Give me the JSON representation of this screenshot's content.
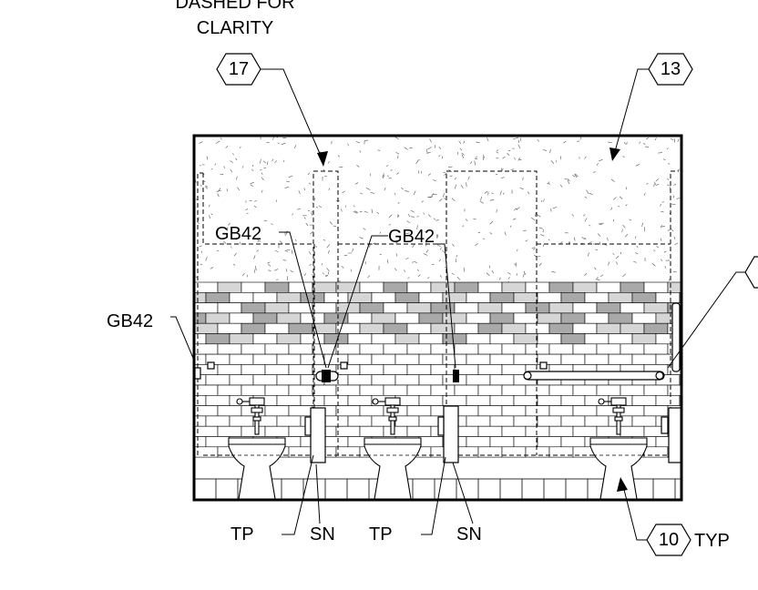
{
  "notes": {
    "dashed_line1": "DASHED FOR",
    "dashed_line2": "CLARITY"
  },
  "tags": [
    {
      "id": "17"
    },
    {
      "id": "13"
    },
    {
      "id": "10",
      "suffix": "TYP"
    }
  ],
  "labels": {
    "gb42_left": "GB42",
    "gb42_mid1": "GB42",
    "gb42_mid2": "GB42",
    "tp_1": "TP",
    "sn_1": "SN",
    "tp_2": "TP",
    "sn_2": "SN"
  },
  "colors": {
    "line": "#000000",
    "tile_light": "#d6d6d6",
    "tile_mid": "#a9a9a9",
    "background": "#ffffff"
  }
}
